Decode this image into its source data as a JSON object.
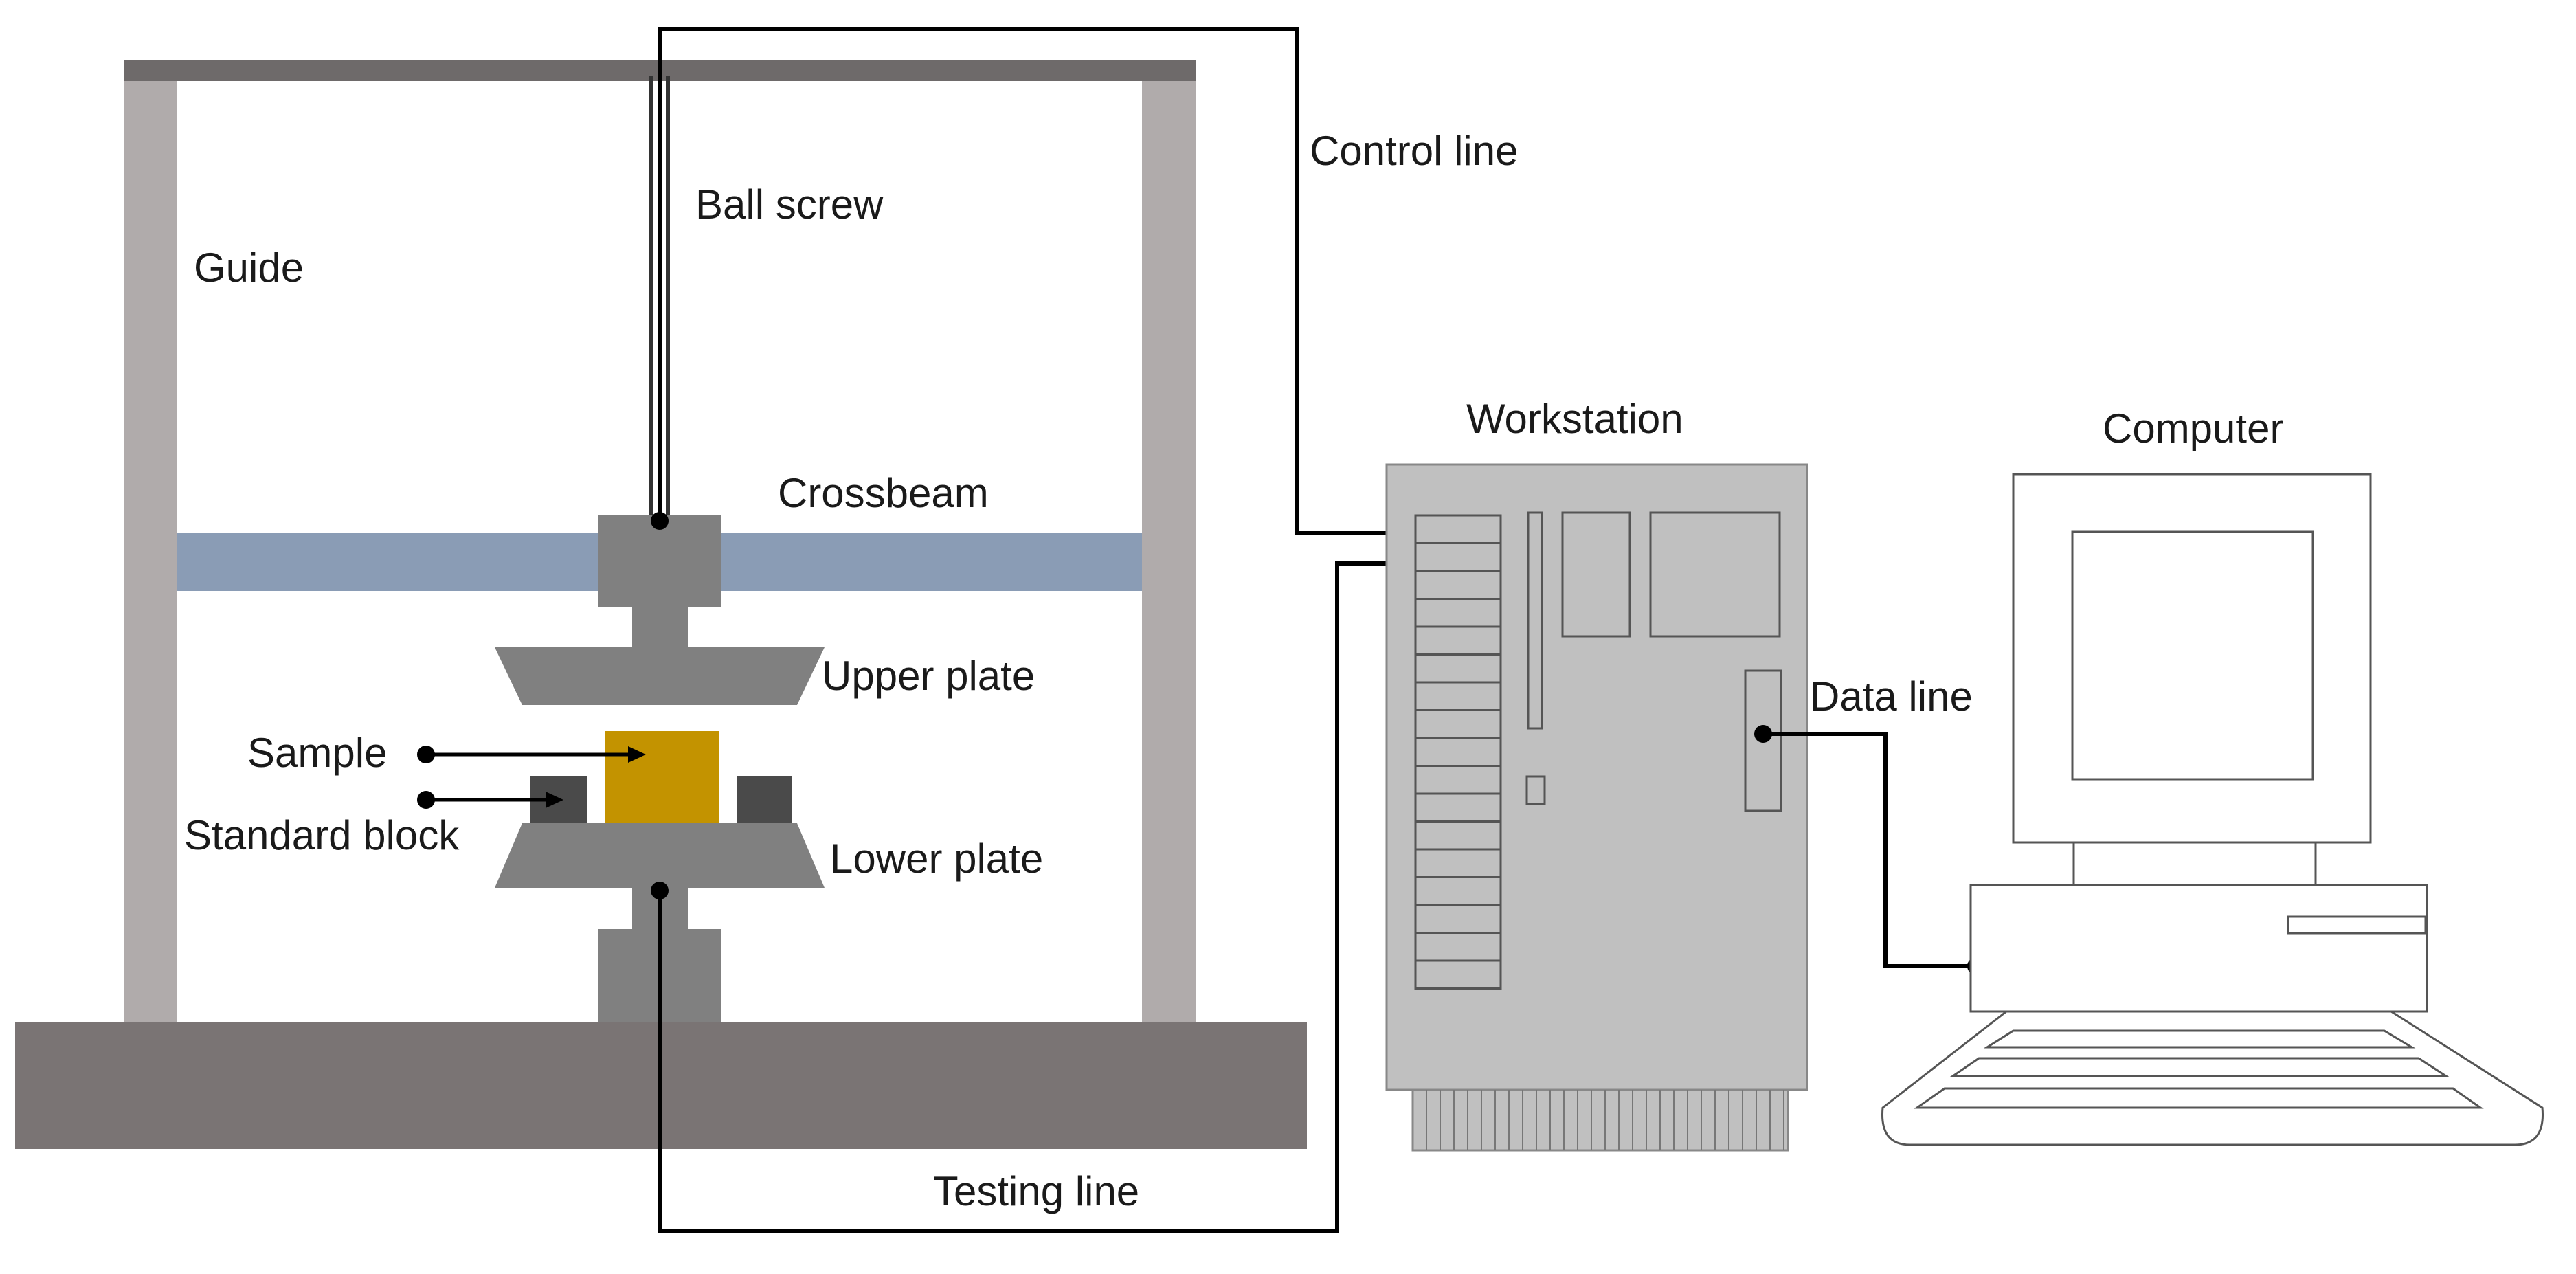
{
  "labels": {
    "guide": "Guide",
    "ball_screw": "Ball screw",
    "control_line": "Control line",
    "crossbeam": "Crossbeam",
    "upper_plate": "Upper plate",
    "sample": "Sample",
    "standard_block": "Standard block",
    "lower_plate": "Lower plate",
    "workstation": "Workstation",
    "computer": "Computer",
    "data_line": "Data line",
    "testing_line": "Testing line"
  },
  "colors": {
    "frame_top": "#6e6a6a",
    "guide_column": "#b0abab",
    "crossbeam": "#8a9cb5",
    "plate": "#808080",
    "base": "#7a7474",
    "sample": "#c39300",
    "standard_block": "#4a4a4a",
    "workstation": "#c0c0c0",
    "computer_body": "#ffffff",
    "line": "#000000"
  }
}
